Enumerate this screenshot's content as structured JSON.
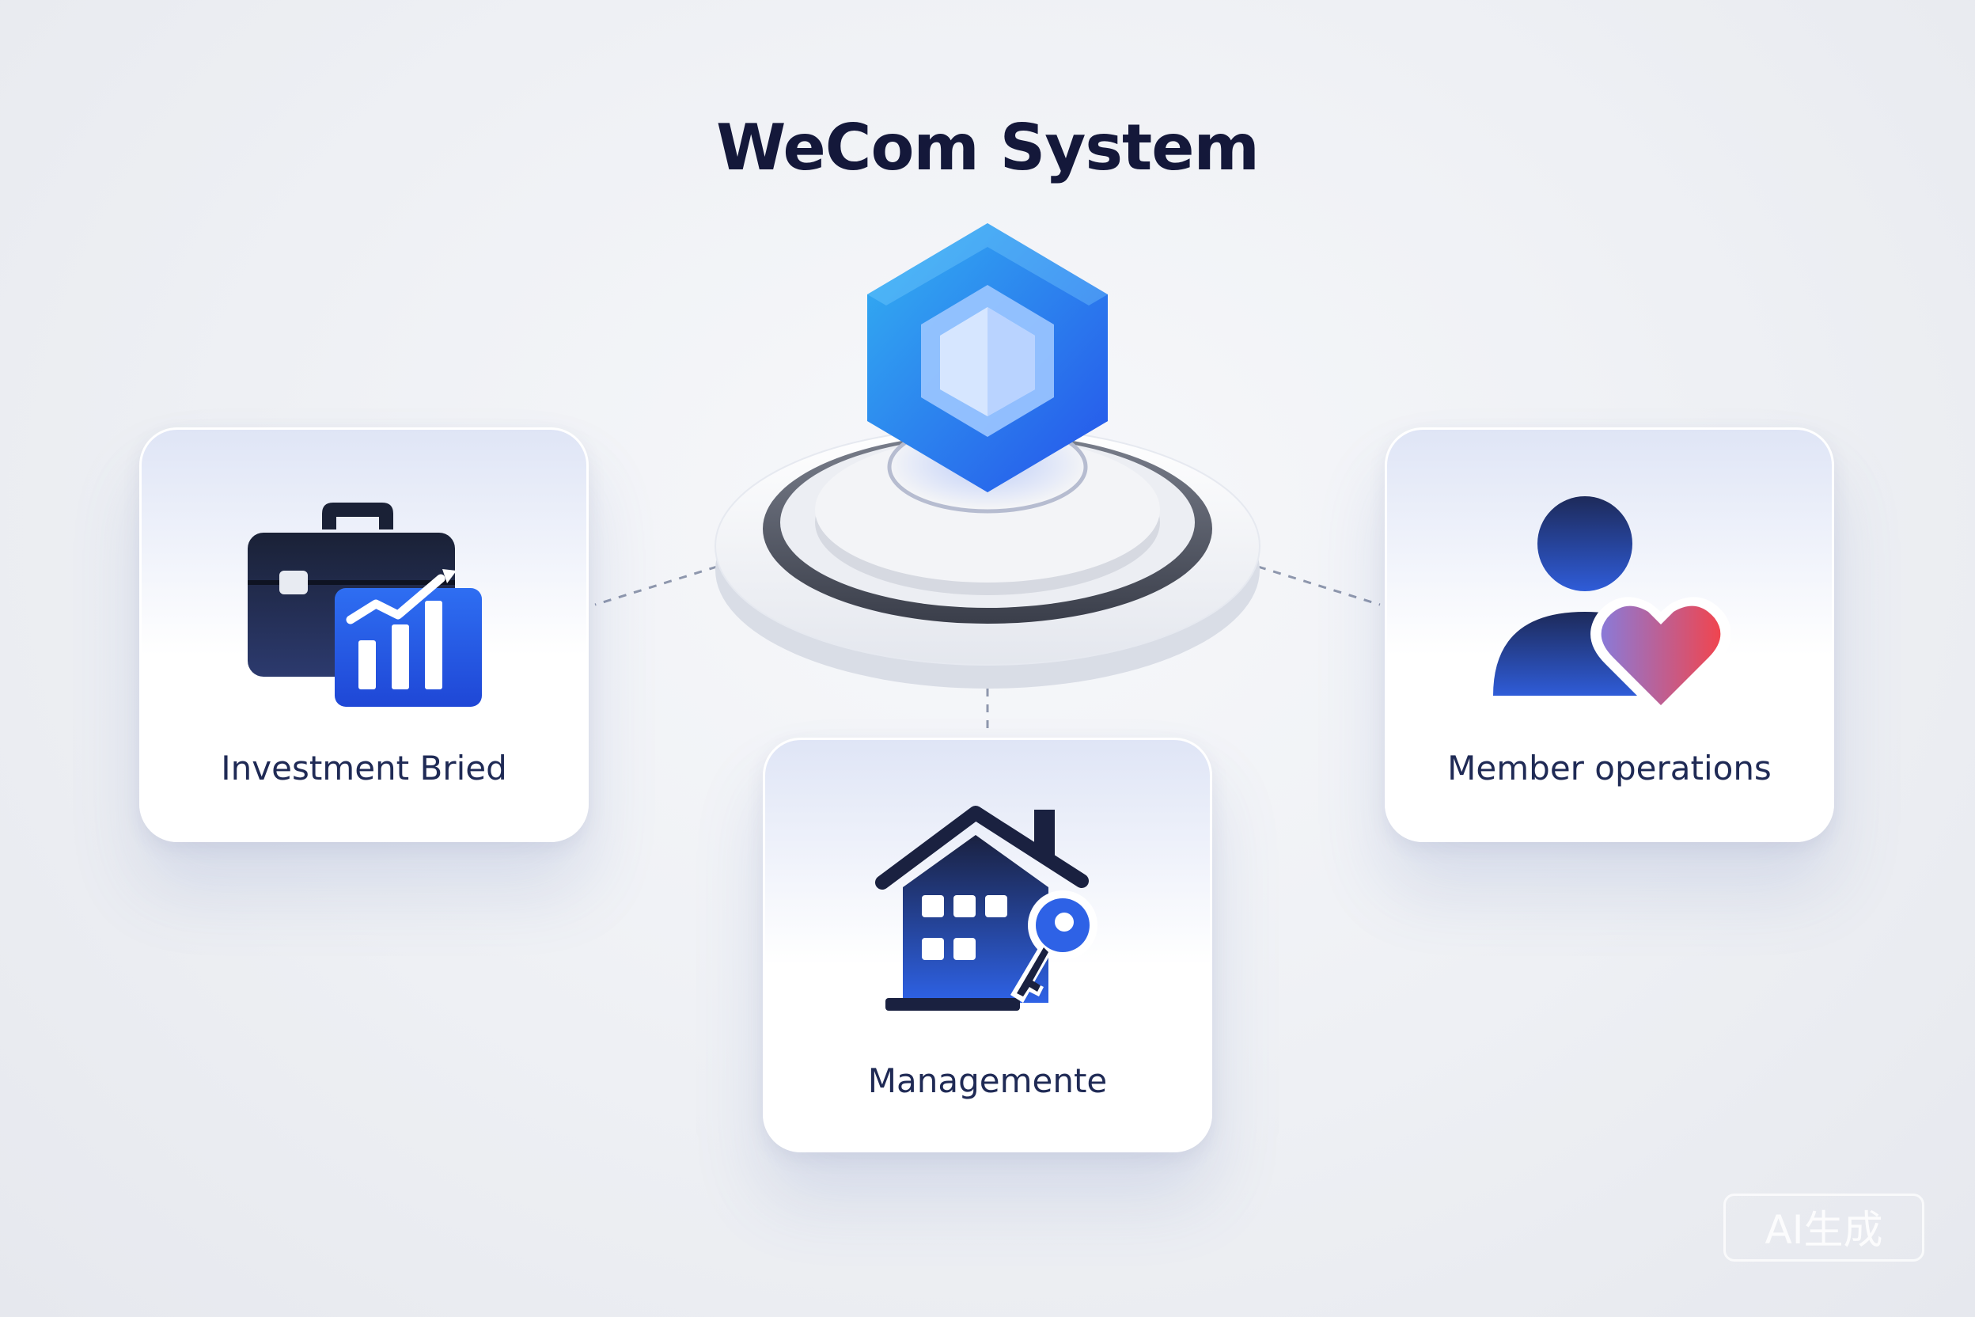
{
  "diagram": {
    "title": "WeCom System",
    "hub": {
      "icon": "hexagon-hub-icon"
    },
    "nodes": [
      {
        "id": "investment",
        "label": "Investment Bried",
        "icon": "briefcase-chart-icon"
      },
      {
        "id": "member",
        "label": "Member operations",
        "icon": "user-heart-icon"
      },
      {
        "id": "management",
        "label": "Managemente",
        "icon": "house-key-icon"
      }
    ],
    "edges": [
      {
        "from": "hub",
        "to": "investment"
      },
      {
        "from": "hub",
        "to": "member"
      },
      {
        "from": "hub",
        "to": "management"
      }
    ]
  },
  "watermark": "AI生成",
  "colors": {
    "title": "#14183a",
    "label": "#1f2a55",
    "accent_blue": "#2f6cf0",
    "accent_red": "#ec4d5b"
  }
}
